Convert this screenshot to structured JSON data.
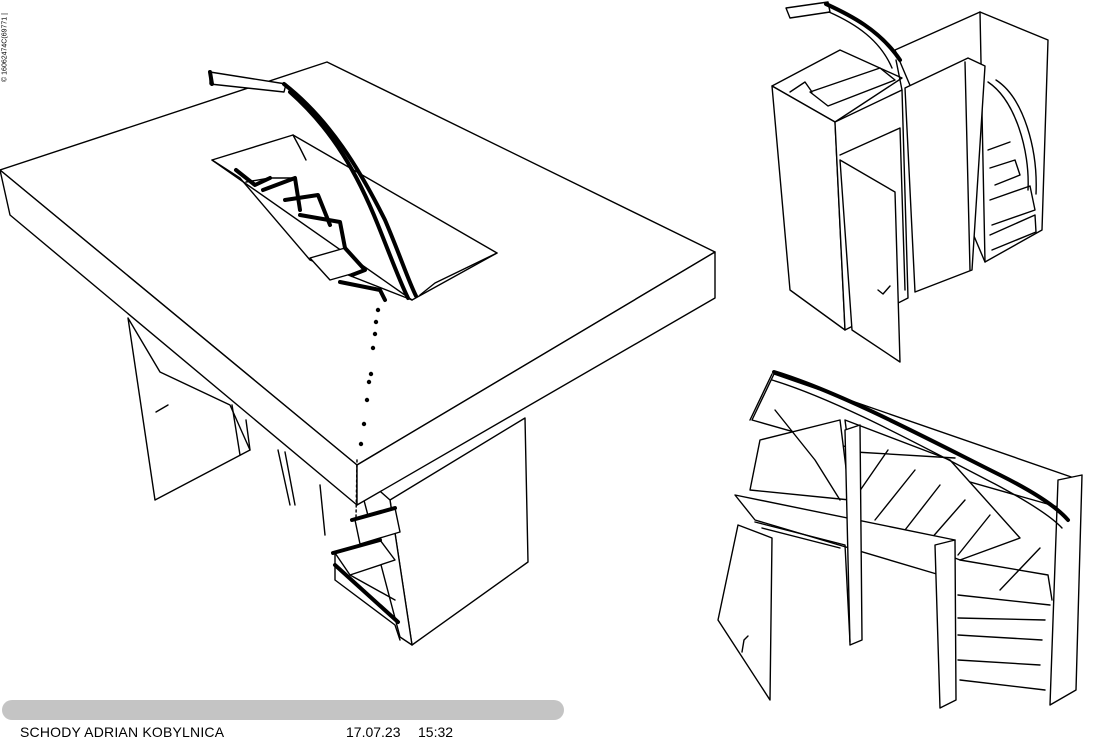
{
  "footer": {
    "project_name": "SCHODY ADRIAN KOBYLNICA",
    "date": "17.07.23",
    "time": "15:32"
  },
  "watermark": {
    "copyright": "© 16062474C(69771 |"
  },
  "colors": {
    "line": "#000000",
    "background": "#ffffff",
    "status_bar": "#c4c4c4"
  },
  "views": [
    "main-isometric-view",
    "top-right-view",
    "bottom-right-view"
  ]
}
